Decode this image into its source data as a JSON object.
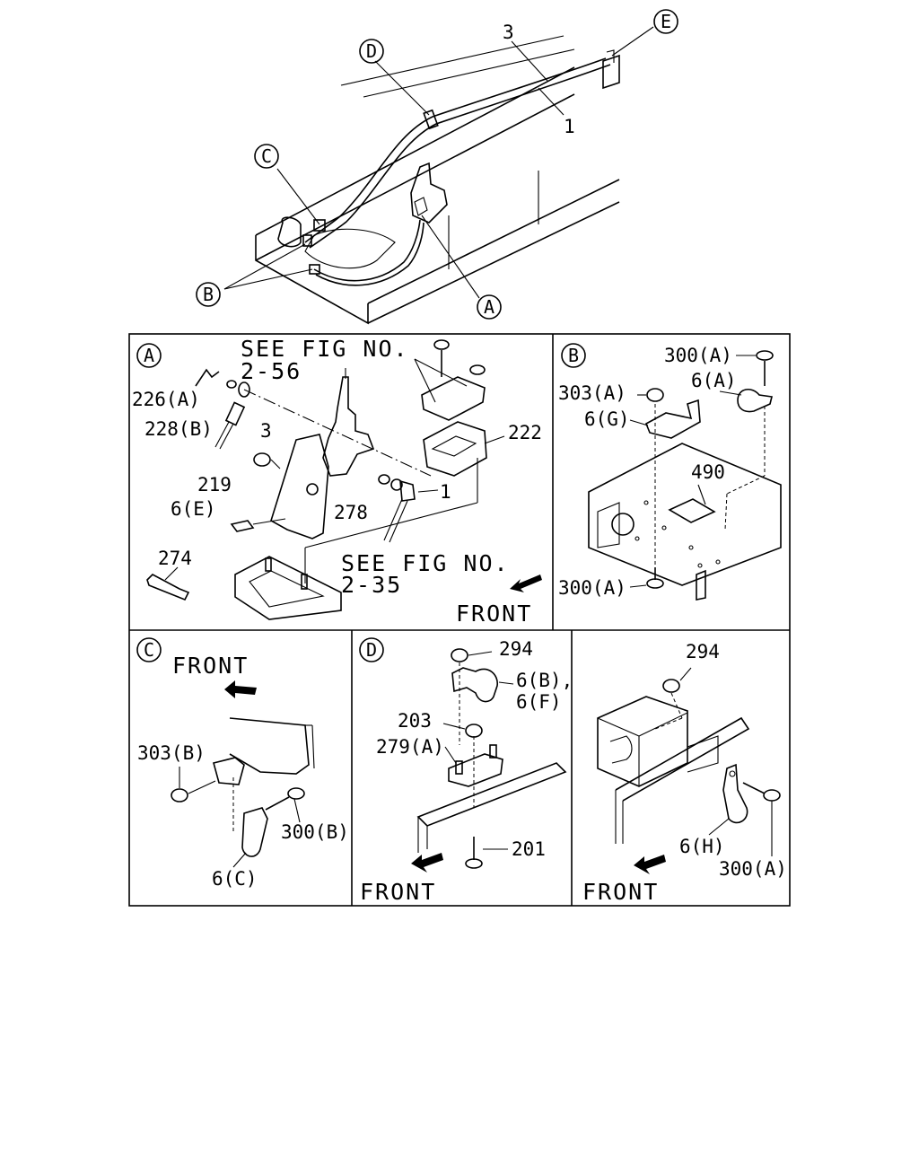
{
  "overview": {
    "callouts": [
      "A",
      "B",
      "C",
      "D",
      "E"
    ],
    "parts": [
      "3",
      "1"
    ]
  },
  "panels": {
    "A": {
      "letter": "A",
      "see_fig_1": "SEE FIG NO.",
      "see_fig_1_num": "2-56",
      "see_fig_2": "SEE FIG NO.",
      "see_fig_2_num": "2-35",
      "front": "FRONT",
      "labels": {
        "p226a": "226(A)",
        "p228b": "228(B)",
        "p3": "3",
        "p219": "219",
        "p6e": "6(E)",
        "p274": "274",
        "p278": "278",
        "p1": "1",
        "p222": "222"
      }
    },
    "B": {
      "letter": "B",
      "labels": {
        "p300a_top": "300(A)",
        "p303a": "303(A)",
        "p6a": "6(A)",
        "p6g": "6(G)",
        "p490": "490",
        "p300a_bot": "300(A)"
      }
    },
    "C": {
      "letter": "C",
      "front": "FRONT",
      "labels": {
        "p303b": "303(B)",
        "p300b": "300(B)",
        "p6c": "6(C)"
      }
    },
    "D": {
      "letter": "D",
      "front": "FRONT",
      "labels": {
        "p294": "294",
        "p6b": "6(B),",
        "p6f": "6(F)",
        "p203": "203",
        "p279a": "279(A)",
        "p201": "201"
      }
    },
    "E": {
      "front": "FRONT",
      "labels": {
        "p294": "294",
        "p6h": "6(H)",
        "p300a": "300(A)"
      }
    }
  }
}
